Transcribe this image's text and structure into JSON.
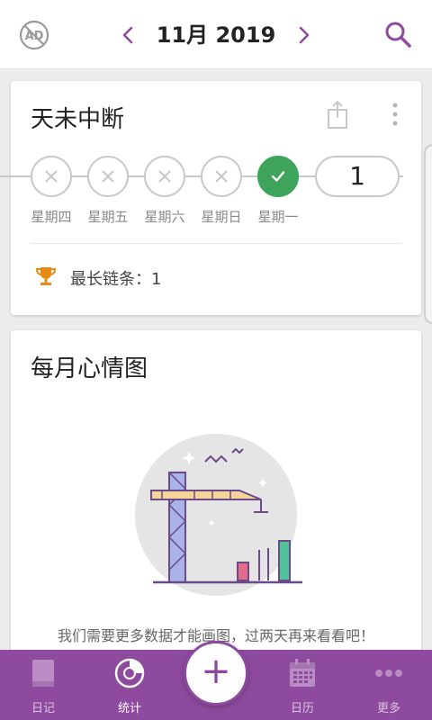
{
  "header": {
    "month_title": "11月 2019"
  },
  "streak_card": {
    "title": "天未中断",
    "days": [
      {
        "label": "星期四",
        "status": "missed"
      },
      {
        "label": "星期五",
        "status": "missed"
      },
      {
        "label": "星期六",
        "status": "missed"
      },
      {
        "label": "星期日",
        "status": "missed"
      },
      {
        "label": "星期一",
        "status": "done"
      }
    ],
    "current_streak": "1",
    "longest_streak_label": "最长链条：1"
  },
  "mood_card": {
    "title": "每月心情图",
    "message": "我们需要更多数据才能画图，过两天再来看看吧！"
  },
  "bottom_nav": {
    "items": [
      {
        "label": "日记",
        "icon": "book-icon"
      },
      {
        "label": "统计",
        "icon": "stats-disc-icon"
      },
      {
        "label": "日历",
        "icon": "calendar-icon"
      },
      {
        "label": "更多",
        "icon": "more-dots-icon"
      }
    ],
    "active_index": 1,
    "add_symbol": "+"
  },
  "colors": {
    "brand_purple": "#8e4a9e",
    "done_green": "#3fa45b",
    "trophy_orange": "#e98a13"
  }
}
